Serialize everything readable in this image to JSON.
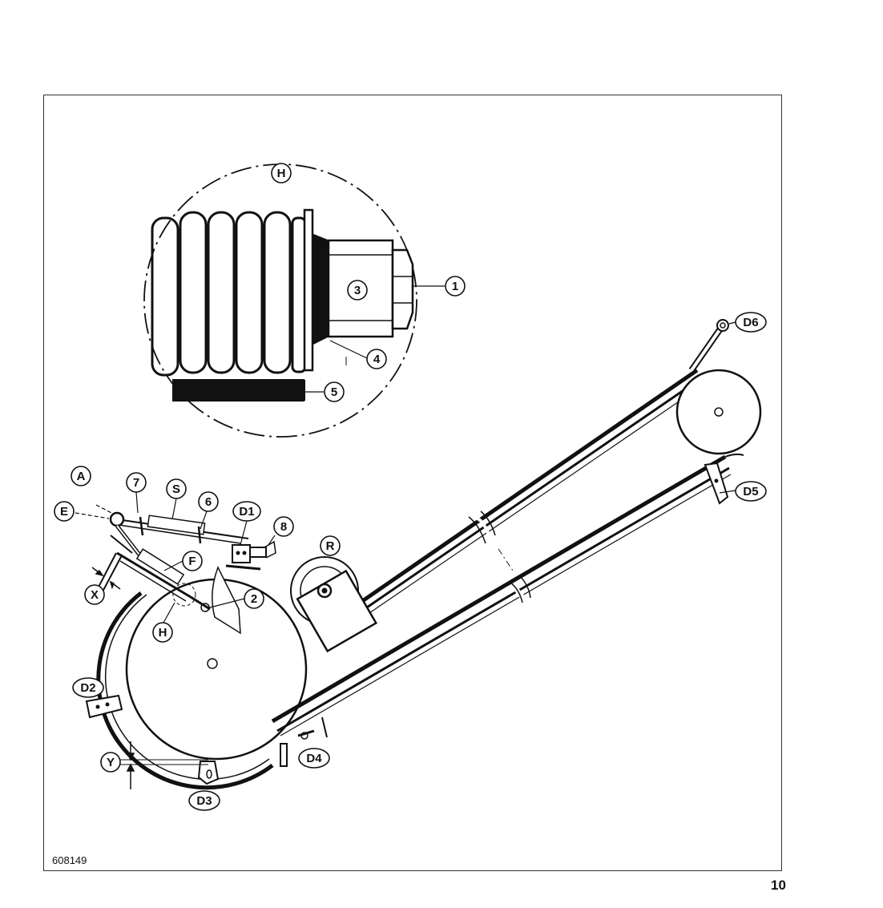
{
  "figure": {
    "reference_number": "608149",
    "page_number": "10"
  },
  "callouts": {
    "H_top": "H",
    "c1": "1",
    "c3": "3",
    "c4": "4",
    "c5": "5",
    "A": "A",
    "c7": "7",
    "S": "S",
    "c6": "6",
    "D1": "D1",
    "c8": "8",
    "E": "E",
    "R": "R",
    "F": "F",
    "X": "X",
    "c2": "2",
    "H": "H",
    "D6": "D6",
    "D5": "D5",
    "D2": "D2",
    "Y": "Y",
    "D3": "D3",
    "D4": "D4"
  }
}
